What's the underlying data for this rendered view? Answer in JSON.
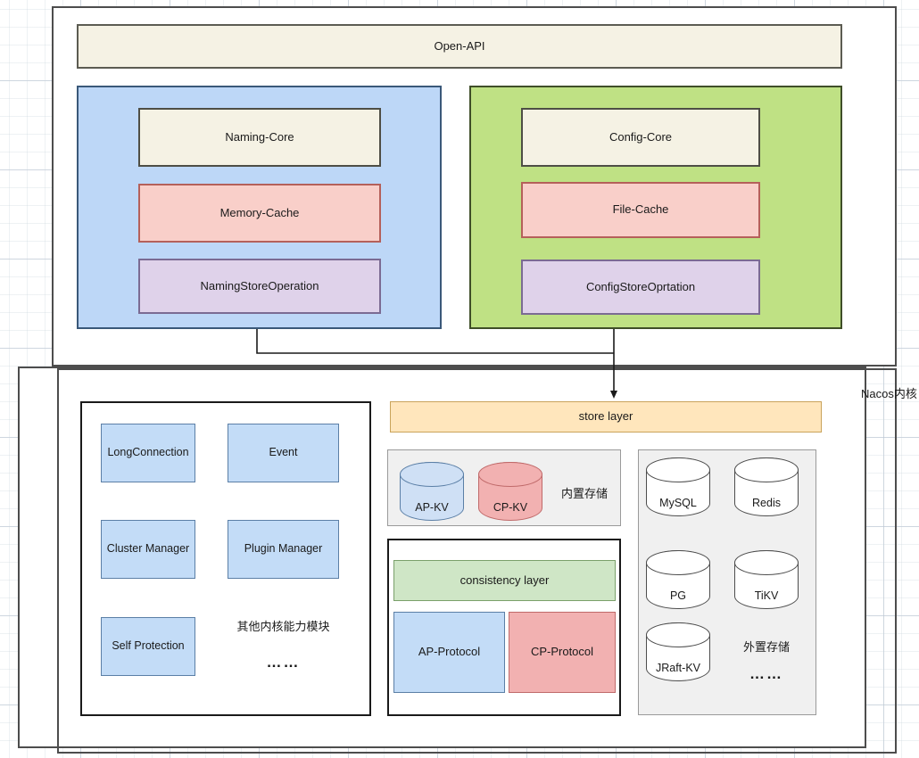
{
  "diagram": {
    "kernel_label": "Nacos内核",
    "top": {
      "open_api": "Open-API",
      "naming_panel": {
        "items": [
          "Naming-Core",
          "Memory-Cache",
          "NamingStoreOperation"
        ]
      },
      "config_panel": {
        "items": [
          "Config-Core",
          "File-Cache",
          "ConfigStoreOprtation"
        ]
      }
    },
    "bottom": {
      "kernel_modules": {
        "modules": [
          "LongConnection",
          "Event",
          "Cluster Manager",
          "Plugin Manager",
          "Self Protection"
        ],
        "other_label": "其他内核能力模块",
        "other_dots": "……"
      },
      "store_layer": "store layer",
      "builtin_storage": {
        "label": "内置存储",
        "stores": [
          "AP-KV",
          "CP-KV"
        ]
      },
      "consistency": {
        "layer_label": "consistency layer",
        "protocols": [
          "AP-Protocol",
          "CP-Protocol"
        ]
      },
      "external_storage": {
        "label": "外置存储",
        "dots": "……",
        "stores": [
          "MySQL",
          "Redis",
          "PG",
          "TiKV",
          "JRaft-KV"
        ]
      }
    },
    "colors": {
      "beige": "#f5f2e4",
      "blue_panel": "#bdd7f7",
      "green_panel": "#bfe184",
      "pink": "#f9cfc9",
      "purple": "#dfd2ea",
      "store_layer_yellow": "#ffe6bc",
      "consistency_green": "#cfe6c6",
      "module_blue": "#c3dcf7",
      "protocol_red": "#f2b1b1",
      "gray_group": "#f0f0f0"
    }
  }
}
